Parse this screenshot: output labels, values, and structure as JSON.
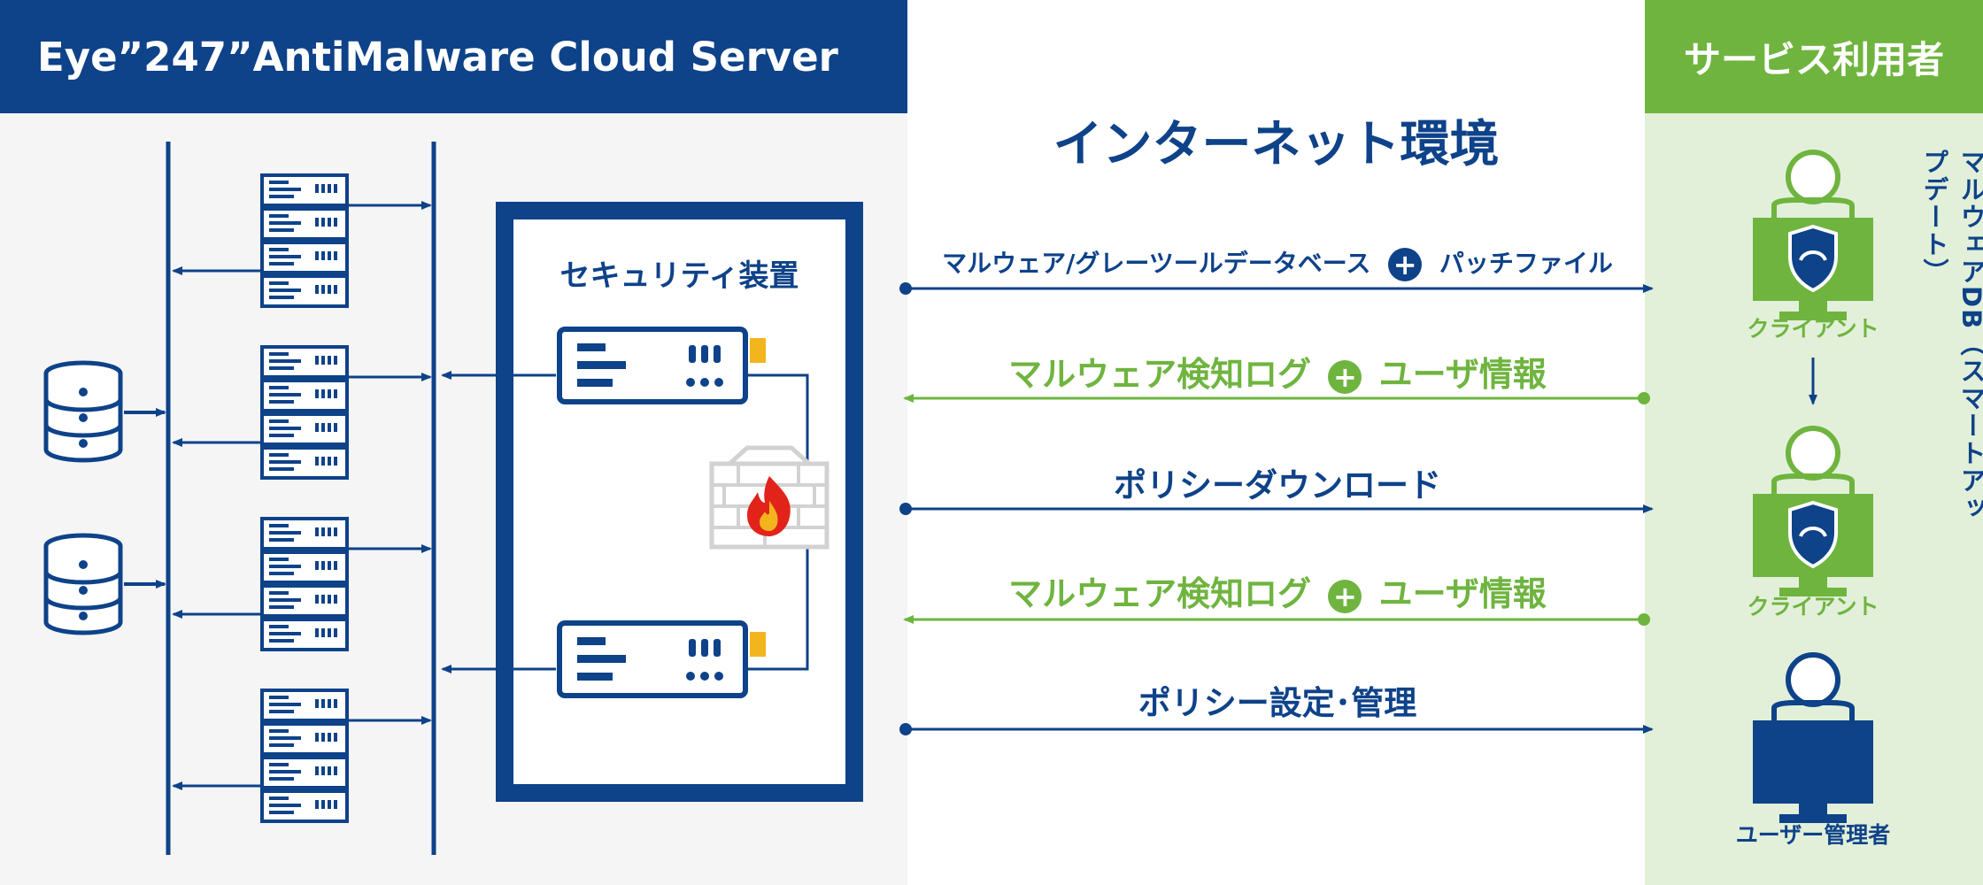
{
  "colors": {
    "navy": "#0e4289",
    "green": "#6fb43f",
    "left_bg": "#f5f5f5",
    "right_bg": "#e2f0d9",
    "amber": "#f3b51e",
    "wall_gray": "#d2d2d2",
    "flame_red": "#e2231a"
  },
  "left_panel": {
    "title": "Eye”247”AntiMalware Cloud Server",
    "security_box_title": "セキュリティ装置"
  },
  "middle_panel": {
    "title": "インターネット環境",
    "flows": [
      {
        "label_a": "マルウェア/グレーツールデータベース",
        "plus": "+",
        "label_b": "パッチファイル",
        "direction": "to-right",
        "color": "navy"
      },
      {
        "label_a": "マルウェア検知ログ",
        "plus": "+",
        "label_b": "ユーザ情報",
        "direction": "to-left",
        "color": "green"
      },
      {
        "label": "ポリシーダウンロード",
        "direction": "to-right",
        "color": "navy"
      },
      {
        "label_a": "マルウェア検知ログ",
        "plus": "+",
        "label_b": "ユーザ情報",
        "direction": "to-left",
        "color": "green"
      },
      {
        "label": "ポリシー設定･管理",
        "direction": "to-right",
        "color": "navy"
      }
    ]
  },
  "right_panel": {
    "title": "サービス利用者",
    "vertical_note": "マルウェアDB（スマートアップデート）",
    "client1_label": "クライアント",
    "client2_label": "クライアント",
    "admin_label": "ユーザー管理者",
    "client_icon": "user-monitor-shield-icon",
    "admin_icon": "user-monitor-icon"
  }
}
